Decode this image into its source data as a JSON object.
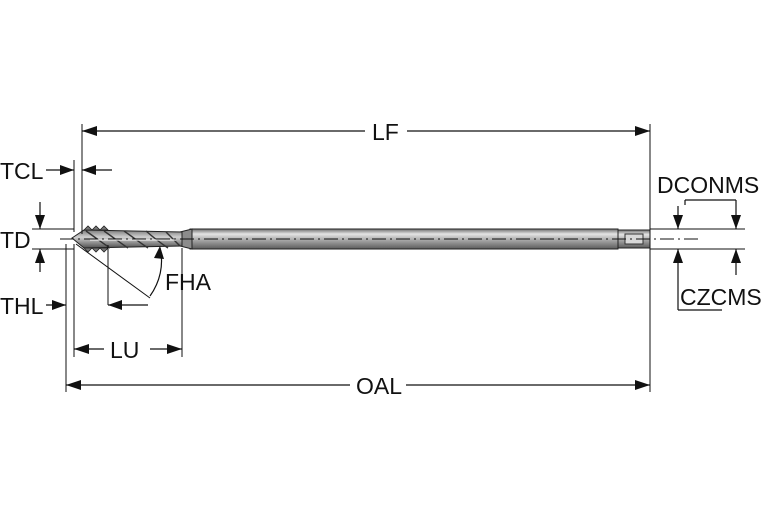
{
  "diagram": {
    "labels": {
      "lf": "LF",
      "tcl": "TCL",
      "dconms": "DCONMS",
      "td": "TD",
      "fha": "FHA",
      "thl": "THL",
      "czcms": "CZCMS",
      "lu": "LU",
      "oal": "OAL"
    },
    "colors": {
      "line": "#111111",
      "tool_body": "#9a9a9a",
      "tool_dark": "#5a5a5a",
      "tool_light": "#d9d9d9",
      "background": "#ffffff"
    }
  }
}
